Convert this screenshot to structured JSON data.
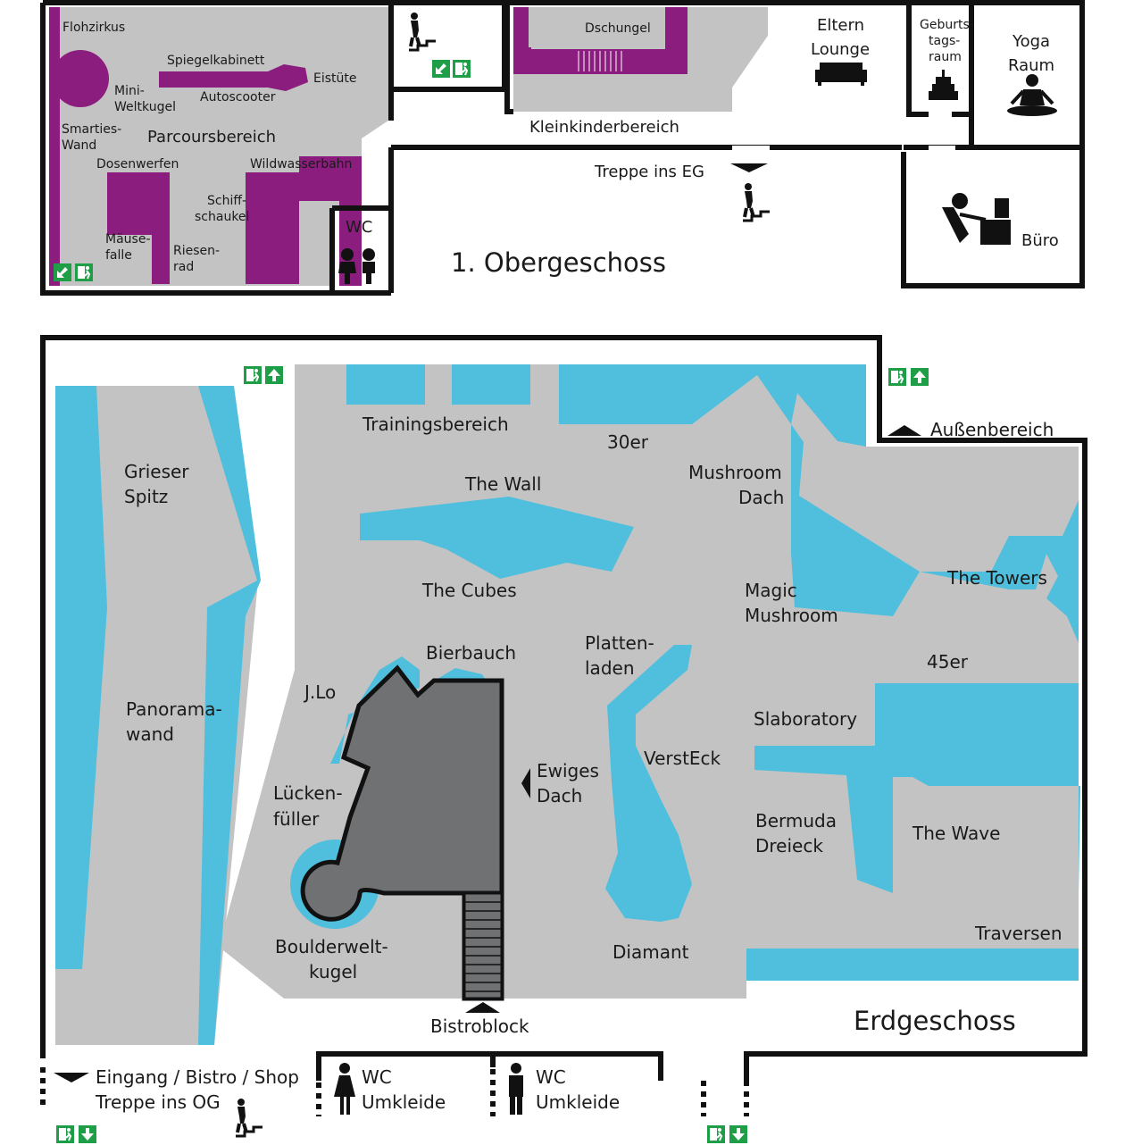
{
  "floors": {
    "upper": {
      "title": "1. Obergeschoss",
      "areas": {
        "flohzirkus": "Flohzirkus",
        "spiegelkabinett": "Spiegelkabinett",
        "eistuete": "Eistüte",
        "mini_weltkugel_1": "Mini-",
        "mini_weltkugel_2": "Weltkugel",
        "autoscooter": "Autoscooter",
        "smarties_1": "Smarties-",
        "smarties_2": "Wand",
        "parcours": "Parcoursbereich",
        "dosenwerfen": "Dosenwerfen",
        "wildwasserbahn": "Wildwasserbahn",
        "schiff_1": "Schiff-",
        "schiff_2": "schaukel",
        "maeuse_1": "Mäuse-",
        "maeuse_2": "falle",
        "riesen_1": "Riesen-",
        "riesen_2": "rad",
        "wc": "WC",
        "dschungel": "Dschungel",
        "kleinkinder": "Kleinkinderbereich",
        "treppe_eg": "Treppe ins EG",
        "eltern_1": "Eltern",
        "eltern_2": "Lounge",
        "geburts_1": "Geburts-",
        "geburts_2": "tags-",
        "geburts_3": "raum",
        "yoga_1": "Yoga",
        "yoga_2": "Raum",
        "buero": "Büro"
      }
    },
    "ground": {
      "title": "Erdgeschoss",
      "areas": {
        "grieser_1": "Grieser",
        "grieser_2": "Spitz",
        "panorama_1": "Panorama-",
        "panorama_2": "wand",
        "training": "Trainingsbereich",
        "dreissiger": "30er",
        "wall": "The Wall",
        "mushroom_dach_1": "Mushroom",
        "mushroom_dach_2": "Dach",
        "aussen": "Außenbereich",
        "cubes": "The Cubes",
        "magic_1": "Magic",
        "magic_2": "Mushroom",
        "towers": "The Towers",
        "bierbauch": "Bierbauch",
        "platten_1": "Platten-",
        "platten_2": "laden",
        "jlo": "J.Lo",
        "fuenfundvierziger": "45er",
        "slaboratory": "Slaboratory",
        "ewiges_1": "Ewiges",
        "ewiges_2": "Dach",
        "versteck": "VerstEck",
        "luecken_1": "Lücken-",
        "luecken_2": "füller",
        "bermuda_1": "Bermuda",
        "bermuda_2": "Dreieck",
        "wave": "The Wave",
        "traversen": "Traversen",
        "boulder_1": "Boulderwelt-",
        "boulder_2": "kugel",
        "diamant": "Diamant",
        "bistro": "Bistroblock",
        "eingang_1": "Eingang / Bistro / Shop",
        "eingang_2": "Treppe ins OG",
        "wc_w_1": "WC",
        "wc_w_2": "Umkleide",
        "wc_m_1": "WC",
        "wc_m_2": "Umkleide"
      }
    }
  },
  "colors": {
    "floor": "#c3c3c3",
    "climbing_wall": "#4fbfdd",
    "play_area": "#8b1d7e",
    "boulder_block": "#707173",
    "wall_line": "#111111",
    "exit_green": "#1f9e48"
  },
  "icons": [
    "emergency-exit-icon",
    "arrow-up-icon",
    "arrow-down-icon",
    "arrow-down-left-icon",
    "stairs-person-icon",
    "sofa-icon",
    "birthday-cake-icon",
    "yoga-person-icon",
    "office-desk-icon",
    "children-toilet-icon",
    "woman-icon",
    "man-icon"
  ]
}
